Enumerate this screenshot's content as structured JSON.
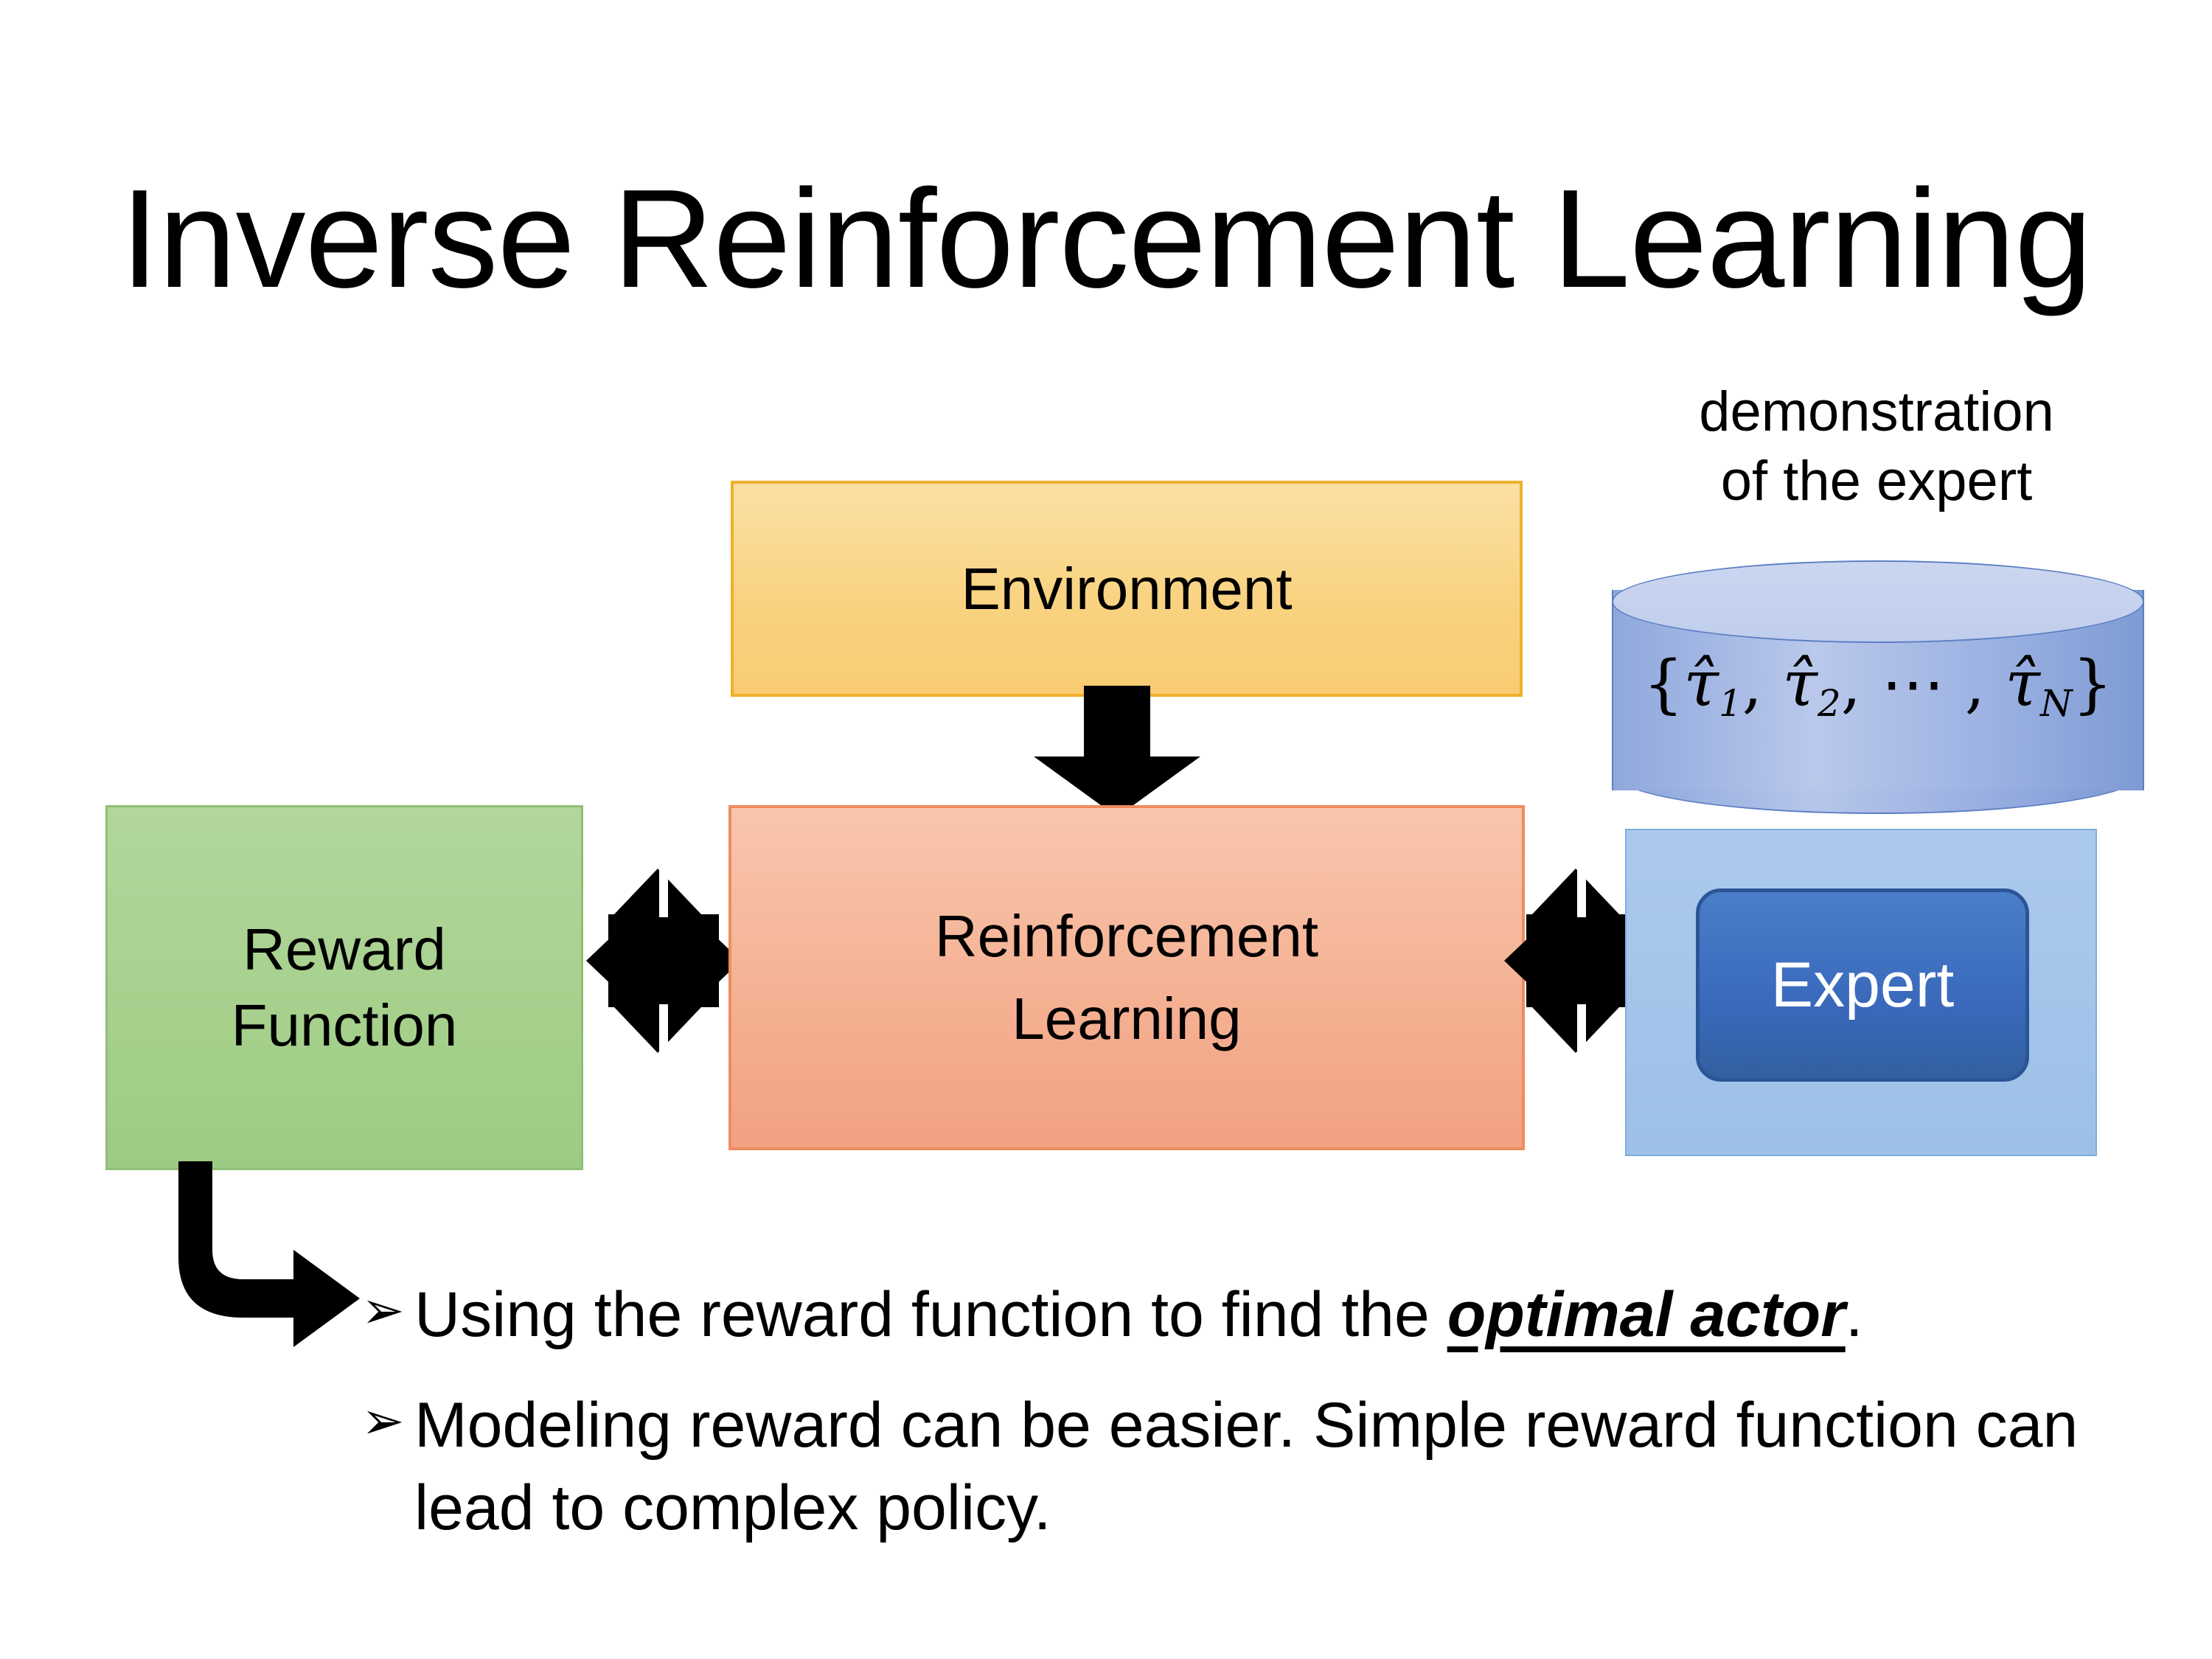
{
  "slide": {
    "title": "Inverse Reinforcement Learning",
    "background_color": "#FFFFFF"
  },
  "diagram": {
    "nodes": [
      {
        "id": "environment",
        "label": "Environment",
        "fill_color": "#F9D382",
        "border_color": "#F0B02A"
      },
      {
        "id": "reward-function",
        "label_line_1": "Reward",
        "label_line_2": "Function",
        "fill_color": "#A6D08C",
        "border_color": "#8FBF77"
      },
      {
        "id": "reinforcement-learning",
        "label_line_1": "Reinforcement",
        "label_line_2": "Learning",
        "fill_color": "#F5B193",
        "border_color": "#EE8C5E"
      },
      {
        "id": "expert",
        "label": "Expert",
        "fill_color": "#3A69BC",
        "border_color": "#2B5596",
        "text_color": "#FFFFFF",
        "holder_fill_color": "#9DC0E8"
      }
    ],
    "demonstration": {
      "caption_line_1": "demonstration",
      "caption_line_2": "of the expert",
      "cylinder_fill_color": "#9BB1E2",
      "cylinder_border_color": "#5C7FC4",
      "trajectory_set": {
        "open_brace": "{",
        "tau_1": "τ̂",
        "sub_1": "1",
        "sep_1": ", ",
        "tau_2": "τ̂",
        "sub_2": "2",
        "sep_2": ", ⋯ , ",
        "tau_n": "τ̂",
        "sub_n": "N",
        "close_brace": "}"
      }
    },
    "arrows": [
      {
        "id": "environment-to-rl",
        "kind": "down-arrow",
        "color": "#000000"
      },
      {
        "id": "reward-to-rl",
        "kind": "quad-arrow",
        "color": "#000000"
      },
      {
        "id": "rl-to-expert",
        "kind": "quad-arrow",
        "color": "#000000"
      },
      {
        "id": "reward-to-bullets",
        "kind": "bent-arrow",
        "color": "#000000"
      }
    ]
  },
  "bullets": {
    "marker": "➢",
    "items": [
      {
        "prefix": "Using the reward function to find the ",
        "emphasis": "optimal actor",
        "suffix": "."
      },
      {
        "prefix": "Modeling reward can be easier. Simple reward function can lead to complex policy.",
        "emphasis": "",
        "suffix": ""
      }
    ]
  }
}
